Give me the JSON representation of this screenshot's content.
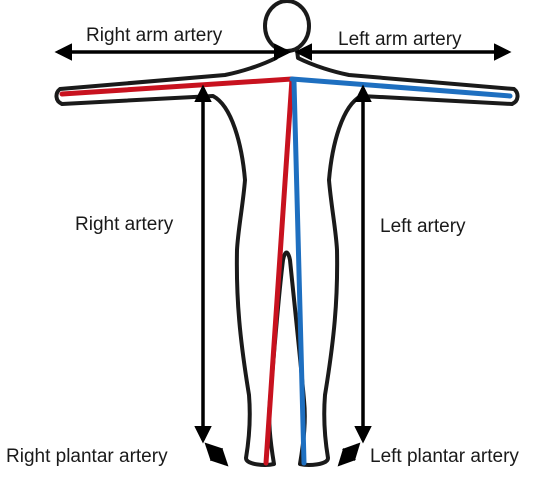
{
  "labels": {
    "right_arm": "Right arm artery",
    "left_arm": "Left arm artery",
    "right_artery": "Right artery",
    "left_artery": "Left artery",
    "right_plantar": "Right plantar artery",
    "left_plantar": "Left plantar artery"
  },
  "colors": {
    "right_side": "#c8121f",
    "left_side": "#1e6fc0",
    "measure_arrows": "#000000",
    "silhouette": "#1a1a1a"
  }
}
